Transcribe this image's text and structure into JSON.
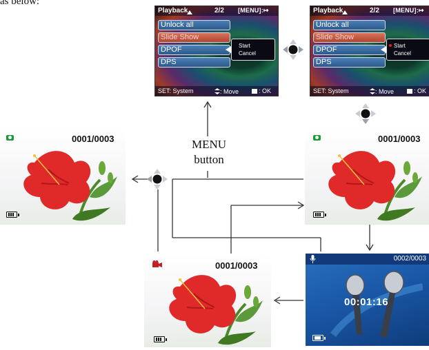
{
  "header": {
    "text": "as below:"
  },
  "menu_screens": [
    {
      "title": "Playback",
      "page": "2/2",
      "menu_label": "[MENU]:",
      "items": [
        "Unlock all",
        "Slide Show",
        "DPOF",
        "DPS"
      ],
      "submenu": [
        "Start",
        "Cancel"
      ],
      "bottom": {
        "set": "SET: System",
        "move": ": Move",
        "ok": ": OK"
      }
    },
    {
      "title": "Playback",
      "page": "2/2",
      "menu_label": "[MENU]:",
      "items": [
        "Unlock all",
        "Slide Show",
        "DPOF",
        "DPS"
      ],
      "submenu": [
        "Start",
        "Cancel"
      ],
      "bottom": {
        "set": "SET: System",
        "move": ": Move",
        "ok": ": OK"
      }
    }
  ],
  "photo_screens": [
    {
      "counter": "0001/0003",
      "mode_icon": "camera-icon"
    },
    {
      "counter": "0001/0003",
      "mode_icon": "camera-icon"
    },
    {
      "counter": "0001/0003",
      "mode_icon": "video-camera-icon"
    }
  ],
  "voice_screen": {
    "counter": "0002/0003",
    "timer": "00:01:16",
    "mode_icon": "microphone-icon"
  },
  "caption": {
    "line1": "MENU",
    "line2": "button"
  },
  "colors": {
    "flower": "#e02a2a",
    "leaf": "#4a8a2a",
    "voice_bg": "#1a58a8",
    "camera_icon": "#1a9a3a",
    "video_icon": "#c02020"
  }
}
